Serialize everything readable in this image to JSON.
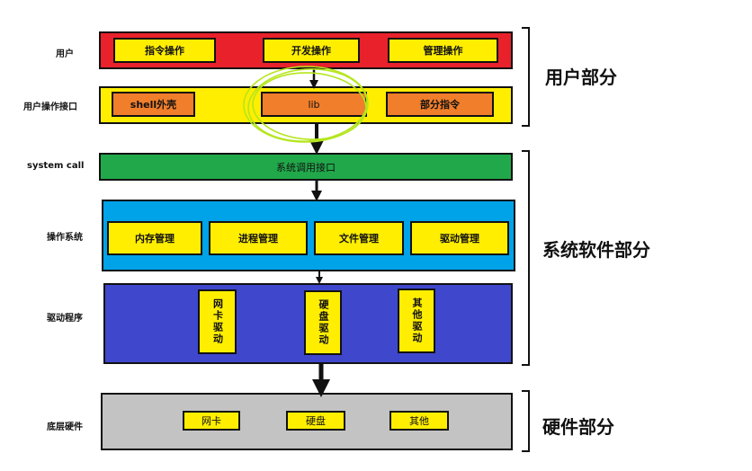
{
  "rows": {
    "user": "用户",
    "user_interface": "用户操作接口",
    "system_call": "system call",
    "os": "操作系统",
    "driver": "驱动程序",
    "hardware": "底层硬件"
  },
  "user_layer": {
    "items": [
      "指令操作",
      "开发操作",
      "管理操作"
    ]
  },
  "interface_layer": {
    "items": [
      "shell外壳",
      "lib",
      "部分指令"
    ]
  },
  "syscall_layer": {
    "label": "系统调用接口"
  },
  "os_layer": {
    "items": [
      "内存管理",
      "进程管理",
      "文件管理",
      "驱动管理"
    ]
  },
  "driver_layer": {
    "items": [
      "网卡驱动",
      "硬盘驱动",
      "其他驱动"
    ]
  },
  "hardware_layer": {
    "items": [
      "网卡",
      "硬盘",
      "其他"
    ]
  },
  "sections": {
    "user_part": "用户部分",
    "system_part": "系统软件部分",
    "hardware_part": "硬件部分"
  },
  "colors": {
    "user_layer": "#e8212b",
    "interface_layer": "#ffee00",
    "syscall_layer": "#21a84a",
    "os_layer": "#00a2e8",
    "driver_layer": "#3f48cc",
    "hardware_layer": "#c3c3c3",
    "box_yellow": "#ffee00",
    "box_orange": "#f07e2b",
    "highlight_scribble": "#b5e61d"
  }
}
